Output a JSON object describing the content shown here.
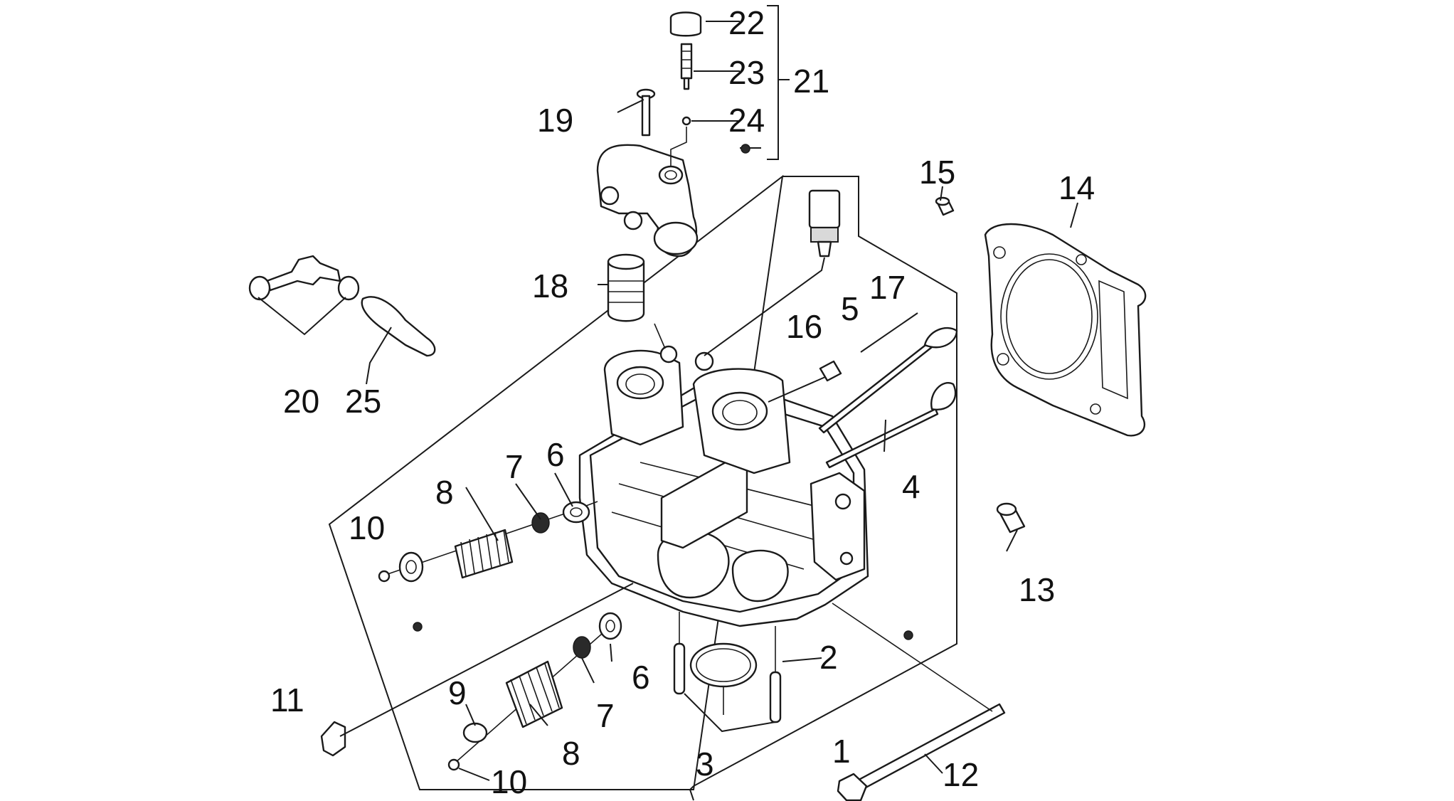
{
  "callouts": [
    {
      "id": "p1",
      "text": "1"
    },
    {
      "id": "p2",
      "text": "2"
    },
    {
      "id": "p3",
      "text": "3"
    },
    {
      "id": "p4",
      "text": "4"
    },
    {
      "id": "p5",
      "text": "5"
    },
    {
      "id": "p6a",
      "text": "6"
    },
    {
      "id": "p6b",
      "text": "6"
    },
    {
      "id": "p7a",
      "text": "7"
    },
    {
      "id": "p7b",
      "text": "7"
    },
    {
      "id": "p8a",
      "text": "8"
    },
    {
      "id": "p8b",
      "text": "8"
    },
    {
      "id": "p9",
      "text": "9"
    },
    {
      "id": "p10a",
      "text": "10"
    },
    {
      "id": "p10b",
      "text": "10"
    },
    {
      "id": "p11",
      "text": "11"
    },
    {
      "id": "p12",
      "text": "12"
    },
    {
      "id": "p13",
      "text": "13"
    },
    {
      "id": "p14",
      "text": "14"
    },
    {
      "id": "p15",
      "text": "15"
    },
    {
      "id": "p16",
      "text": "16"
    },
    {
      "id": "p17",
      "text": "17"
    },
    {
      "id": "p18",
      "text": "18"
    },
    {
      "id": "p19",
      "text": "19"
    },
    {
      "id": "p20",
      "text": "20"
    },
    {
      "id": "p21",
      "text": "21"
    },
    {
      "id": "p22",
      "text": "22"
    },
    {
      "id": "p23",
      "text": "23"
    },
    {
      "id": "p24",
      "text": "24"
    },
    {
      "id": "p25",
      "text": "25"
    }
  ]
}
